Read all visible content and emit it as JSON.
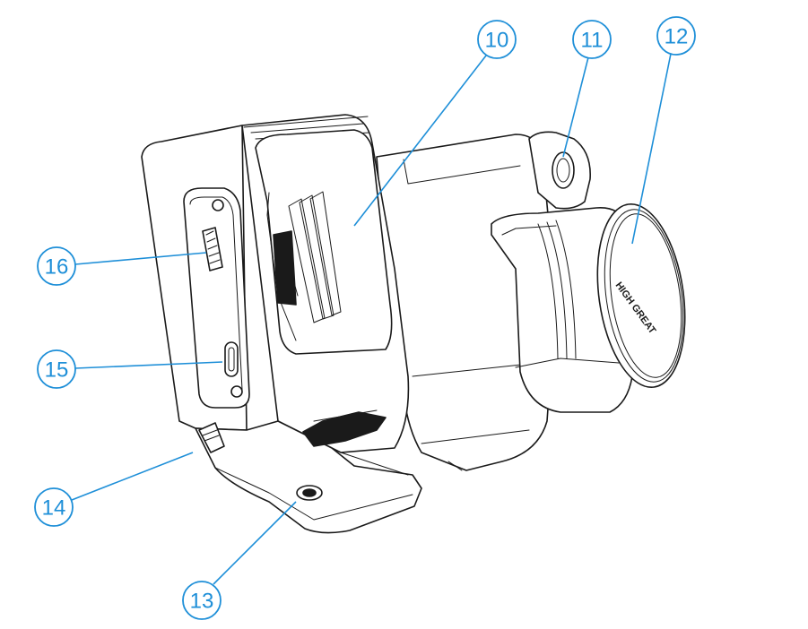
{
  "callouts": [
    {
      "id": "10",
      "label": "10"
    },
    {
      "id": "11",
      "label": "11"
    },
    {
      "id": "12",
      "label": "12"
    },
    {
      "id": "13",
      "label": "13"
    },
    {
      "id": "14",
      "label": "14"
    },
    {
      "id": "15",
      "label": "15"
    },
    {
      "id": "16",
      "label": "16"
    }
  ],
  "lens_cap_brand": "HIGH GREAT",
  "colors": {
    "callout": "#1e8fd8",
    "line_art": "#1a1a1a"
  }
}
